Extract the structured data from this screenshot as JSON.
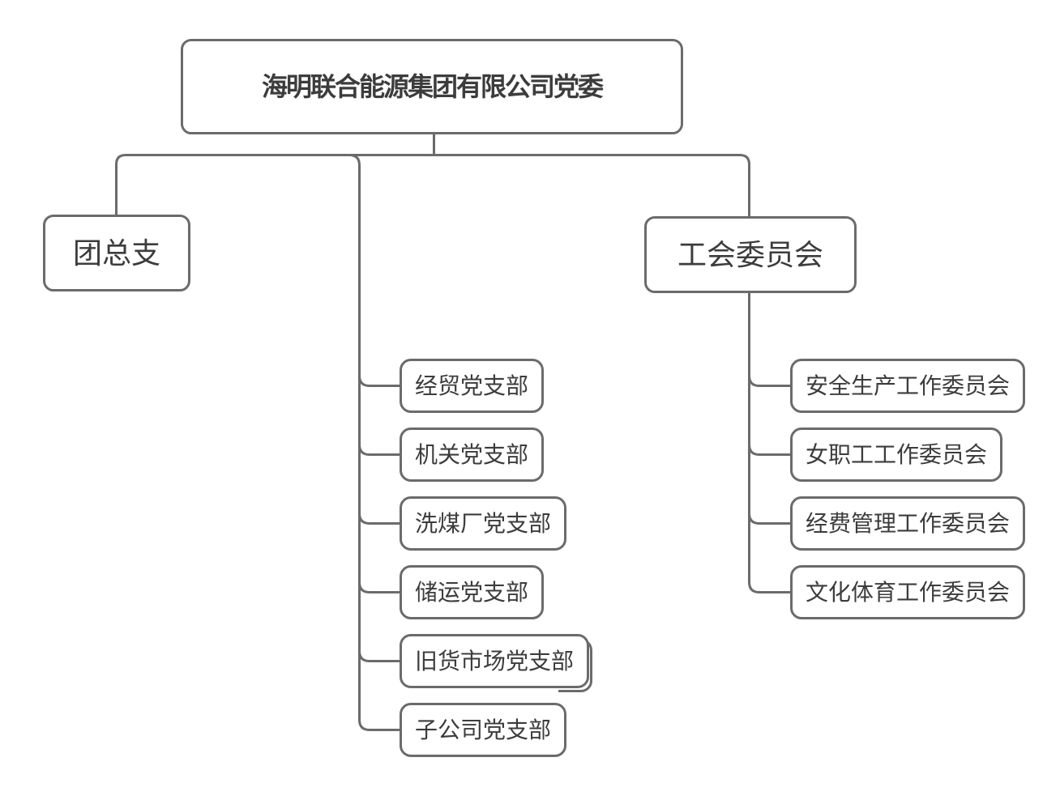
{
  "org_chart": {
    "root": {
      "label": "海明联合能源集团有限公司党委"
    },
    "left_branch": {
      "label": "团总支"
    },
    "right_branch": {
      "label": "工会委员会"
    },
    "party_branches": [
      {
        "label": "经贸党支部"
      },
      {
        "label": "机关党支部"
      },
      {
        "label": "洗煤厂党支部"
      },
      {
        "label": "储运党支部"
      },
      {
        "label": "旧货市场党支部"
      },
      {
        "label": "子公司党支部"
      }
    ],
    "union_committees": [
      {
        "label": "安全生产工作委员会"
      },
      {
        "label": "女职工工作委员会"
      },
      {
        "label": "经费管理工作委员会"
      },
      {
        "label": "文化体育工作委员会"
      }
    ],
    "colors": {
      "line": "#6b6b6b",
      "text": "#3c3c3c",
      "background": "#ffffff"
    }
  }
}
